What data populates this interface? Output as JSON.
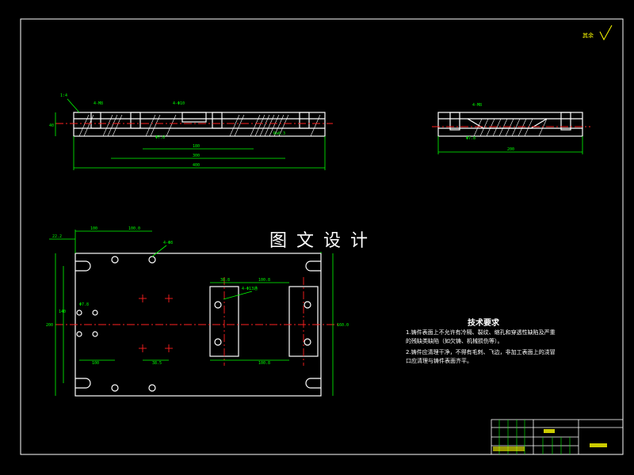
{
  "watermark": "图文设计",
  "tech_requirements": {
    "title": "技术要求",
    "line1a": "1.铸件表面上不允许有冷隔、裂纹、缩孔和穿透性缺陷及严重",
    "line1b": "的残缺类缺陷（如欠铸、机械损伤等）。",
    "line2a": "2.铸件应清理干净，不得有毛刺、飞边，非加工表面上的浇冒",
    "line2b": "口应清理与铸件表面齐平。"
  },
  "roughness_note": "其余",
  "colors": {
    "outline": "#ffffff",
    "dimension": "#00ff00",
    "centerline": "#ff2020",
    "annotation": "#ffff00",
    "background": "#000000"
  }
}
